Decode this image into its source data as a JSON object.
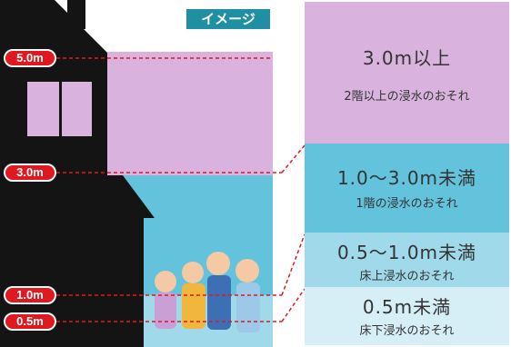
{
  "badge": {
    "label": "イメージ"
  },
  "markers": [
    {
      "label": "5.0m"
    },
    {
      "label": "3.0m"
    },
    {
      "label": "1.0m"
    },
    {
      "label": "0.5m"
    }
  ],
  "levels": [
    {
      "main": "3.0m以上",
      "sub": "2階以上の浸水のおそれ"
    },
    {
      "main": "1.0～3.0m未満",
      "sub": "1階の浸水のおそれ"
    },
    {
      "main": "0.5～1.0m未満",
      "sub": "床上浸水のおそれ"
    },
    {
      "main": "0.5m未満",
      "sub": "床下浸水のおそれ"
    }
  ],
  "colors": {
    "level_above_3m": "#d9b3de",
    "level_1_3m": "#64c3dc",
    "level_05_1m": "#9fd9ea",
    "level_below_05m": "#d6eef5",
    "house": "#141414",
    "marker": "#e01820",
    "badge": "#1f8fa3",
    "dashed_line": "#e01820"
  }
}
